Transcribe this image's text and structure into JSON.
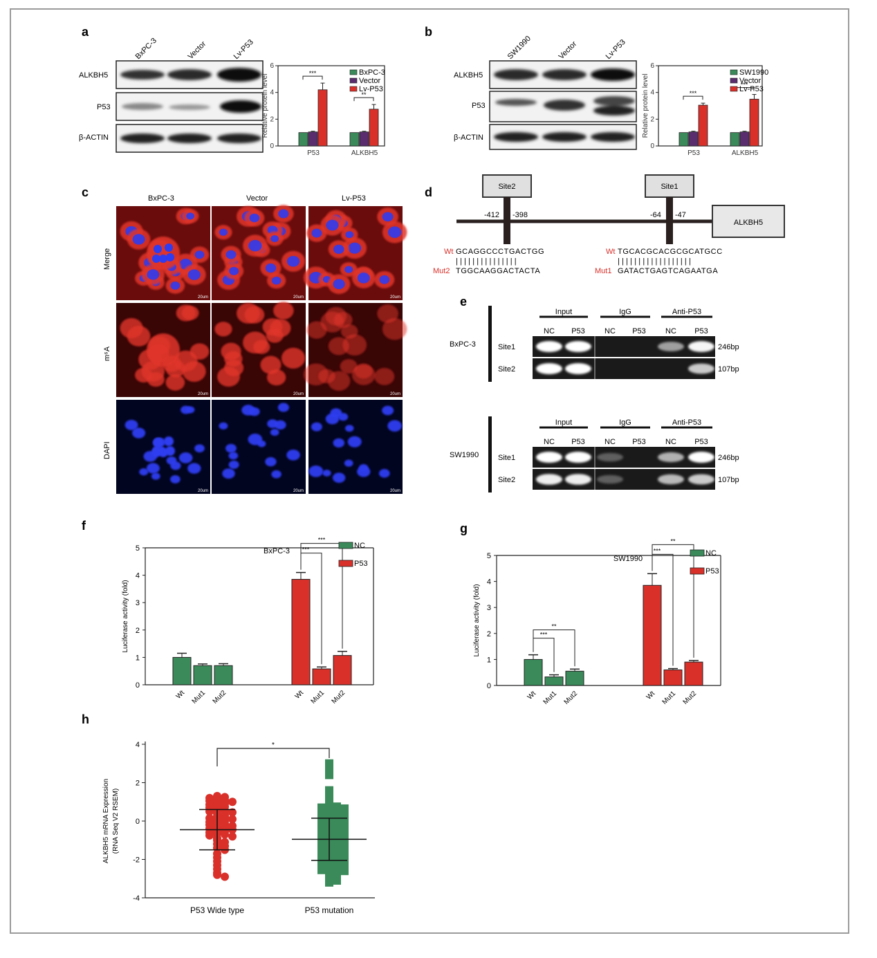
{
  "panels": {
    "a": "a",
    "b": "b",
    "c": "c",
    "d": "d",
    "e": "e",
    "f": "f",
    "g": "g",
    "h": "h"
  },
  "blot_a": {
    "lanes": [
      "BxPC-3",
      "Vector",
      "Lv-P53"
    ],
    "rows": [
      "ALKBH5",
      "P53",
      "β-ACTIN"
    ]
  },
  "blot_b": {
    "lanes": [
      "SW1990",
      "Vector",
      "Lv-P53"
    ],
    "rows": [
      "ALKBH5",
      "P53",
      "β-ACTIN"
    ]
  },
  "colors": {
    "green": "#3a8a5a",
    "purple": "#5a2d6e",
    "red": "#d9302a",
    "merge_bg": "#6a0c0c",
    "m6a_bg": "#3a0505",
    "dapi_bg": "#020520",
    "nucleus": "#2f3cf0",
    "cell_red": "#e0352a"
  },
  "chart_data": [
    {
      "id": "a-bar",
      "type": "bar",
      "ylabel": "Relative protein level",
      "ylim": [
        0,
        6
      ],
      "yticks": [
        "0",
        "2",
        "4",
        "6"
      ],
      "categories": [
        "P53",
        "ALKBH5"
      ],
      "series": [
        {
          "name": "BxPC-3",
          "values": [
            1.0,
            1.0
          ],
          "errors": [
            0,
            0
          ]
        },
        {
          "name": "Vector",
          "values": [
            1.05,
            1.05
          ],
          "errors": [
            0.05,
            0.05
          ]
        },
        {
          "name": "Lv-P53",
          "values": [
            4.2,
            2.75
          ],
          "errors": [
            0.5,
            0.35
          ]
        }
      ],
      "significance": [
        "***",
        "**"
      ]
    },
    {
      "id": "b-bar",
      "type": "bar",
      "ylabel": "Relative protein level",
      "ylim": [
        0,
        6
      ],
      "yticks": [
        "0",
        "2",
        "4",
        "6"
      ],
      "categories": [
        "P53",
        "ALKBH5"
      ],
      "series": [
        {
          "name": "SW1990",
          "values": [
            1.0,
            1.0
          ],
          "errors": [
            0,
            0
          ]
        },
        {
          "name": "Vector",
          "values": [
            1.05,
            1.05
          ],
          "errors": [
            0.05,
            0.05
          ]
        },
        {
          "name": "Lv-P53",
          "values": [
            3.05,
            3.5
          ],
          "errors": [
            0.15,
            0.35
          ]
        }
      ],
      "significance": [
        "***",
        "***"
      ]
    },
    {
      "id": "f-bar",
      "type": "bar",
      "title": "BxPC-3",
      "ylabel": "Luciferase activity (fold)",
      "ylim": [
        0,
        5
      ],
      "yticks": [
        "0",
        "1",
        "2",
        "3",
        "4",
        "5"
      ],
      "series": [
        {
          "name": "NC",
          "categories": [
            "Wt",
            "Mut1",
            "Mut2"
          ],
          "values": [
            1.0,
            0.7,
            0.7
          ],
          "errors": [
            0.15,
            0.06,
            0.07
          ]
        },
        {
          "name": "P53",
          "categories": [
            "Wt",
            "Mut1",
            "Mut2"
          ],
          "values": [
            3.85,
            0.58,
            1.07
          ],
          "errors": [
            0.25,
            0.07,
            0.15
          ]
        }
      ],
      "significance": [
        "***",
        "***"
      ]
    },
    {
      "id": "g-bar",
      "type": "bar",
      "title": "SW1990",
      "ylabel": "Luciferase activity (fold)",
      "ylim": [
        0,
        5
      ],
      "yticks": [
        "0",
        "1",
        "2",
        "3",
        "4",
        "5"
      ],
      "series": [
        {
          "name": "NC",
          "categories": [
            "Wt",
            "Mut1",
            "Mut2"
          ],
          "values": [
            1.0,
            0.33,
            0.55
          ],
          "errors": [
            0.18,
            0.08,
            0.08
          ]
        },
        {
          "name": "P53",
          "categories": [
            "Wt",
            "Mut1",
            "Mut2"
          ],
          "values": [
            3.85,
            0.6,
            0.9
          ],
          "errors": [
            0.45,
            0.05,
            0.06
          ]
        }
      ],
      "significance_nc": [
        "***",
        "**"
      ],
      "significance_p53": [
        "***",
        "**"
      ]
    },
    {
      "id": "h-scatter",
      "type": "scatter",
      "ylabel": "ALKBH5 mRNA Expression",
      "ylabel2": "(RNA Seq V2 RSEM)",
      "ylim": [
        -4,
        4
      ],
      "yticks": [
        "-4",
        "-2",
        "0",
        "2",
        "4"
      ],
      "groups": [
        {
          "name": "P53 Wide type",
          "mean": -0.45,
          "sd": 1.05,
          "values": [
            1.3,
            1.25,
            1.2,
            1.15,
            1.1,
            1.05,
            1.0,
            0.95,
            0.9,
            0.85,
            0.8,
            0.75,
            0.7,
            0.6,
            0.55,
            0.5,
            0.45,
            0.4,
            0.3,
            0.25,
            0.2,
            0.15,
            0.1,
            0.05,
            0.0,
            -0.05,
            -0.1,
            -0.15,
            -0.2,
            -0.25,
            -0.3,
            -0.35,
            -0.4,
            -0.45,
            -0.5,
            -0.55,
            -0.6,
            -0.65,
            -0.7,
            -0.75,
            -0.8,
            -0.9,
            -1.0,
            -1.1,
            -1.2,
            -1.3,
            -1.4,
            -1.5,
            -1.7,
            -1.9,
            -2.1,
            -2.3,
            -2.5,
            -2.7,
            -2.8,
            -2.9
          ]
        },
        {
          "name": "P53 mutation",
          "mean": -0.95,
          "sd": 1.1,
          "values": [
            3.0,
            2.7,
            2.4,
            1.6,
            1.3,
            0.9,
            0.8,
            0.75,
            0.7,
            0.65,
            0.6,
            0.55,
            0.5,
            0.45,
            0.4,
            0.35,
            0.3,
            0.25,
            0.2,
            0.15,
            0.1,
            0.05,
            0.0,
            -0.05,
            -0.1,
            -0.15,
            -0.2,
            -0.25,
            -0.3,
            -0.35,
            -0.4,
            -0.45,
            -0.5,
            -0.55,
            -0.6,
            -0.65,
            -0.7,
            -0.75,
            -0.8,
            -0.85,
            -0.9,
            -0.95,
            -1.0,
            -1.05,
            -1.1,
            -1.15,
            -1.2,
            -1.25,
            -1.3,
            -1.35,
            -1.4,
            -1.45,
            -1.5,
            -1.55,
            -1.6,
            -1.65,
            -1.7,
            -1.75,
            -1.8,
            -1.85,
            -1.9,
            -1.95,
            -2.0,
            -2.05,
            -2.1,
            -2.15,
            -2.2,
            -2.25,
            -2.3,
            -2.35,
            -2.4,
            -2.45,
            -2.5,
            -2.55,
            -2.6,
            -2.7,
            -2.8,
            -2.9,
            -3.0,
            -3.1,
            -3.2
          ]
        }
      ],
      "significance": "*"
    }
  ],
  "micro": {
    "cols": [
      "BxPC-3",
      "Vector",
      "Lv-P53"
    ],
    "rows": [
      "Merge",
      "m⁶A",
      "DAPI"
    ],
    "scale": "20um"
  },
  "promoter": {
    "sites": [
      "Site2",
      "Site1"
    ],
    "positions": [
      "-412",
      "-398",
      "-64",
      "-47"
    ],
    "gene": "ALKBH5",
    "wt_label": "Wt",
    "wt2": "GCAGGCCCTGACTGG",
    "mut2_label": "Mut2",
    "mut2": "TGGCAAGGACTACTA",
    "wt1": "TGCACGCACGCGCATGCC",
    "mut1_label": "Mut1",
    "mut1": "GATACTGAGTCAGAATGA",
    "bars2": "|||||||||||||||",
    "bars1": "||||||||||||||||||"
  },
  "chip": {
    "groups": [
      "Input",
      "IgG",
      "Anti-P53"
    ],
    "lanes": [
      "NC",
      "P53",
      "NC",
      "P53",
      "NC",
      "P53"
    ],
    "cells": [
      "BxPC-3",
      "SW1990"
    ],
    "sites": [
      "Site1",
      "Site2"
    ],
    "sizes": [
      "246bp",
      "107bp"
    ]
  }
}
